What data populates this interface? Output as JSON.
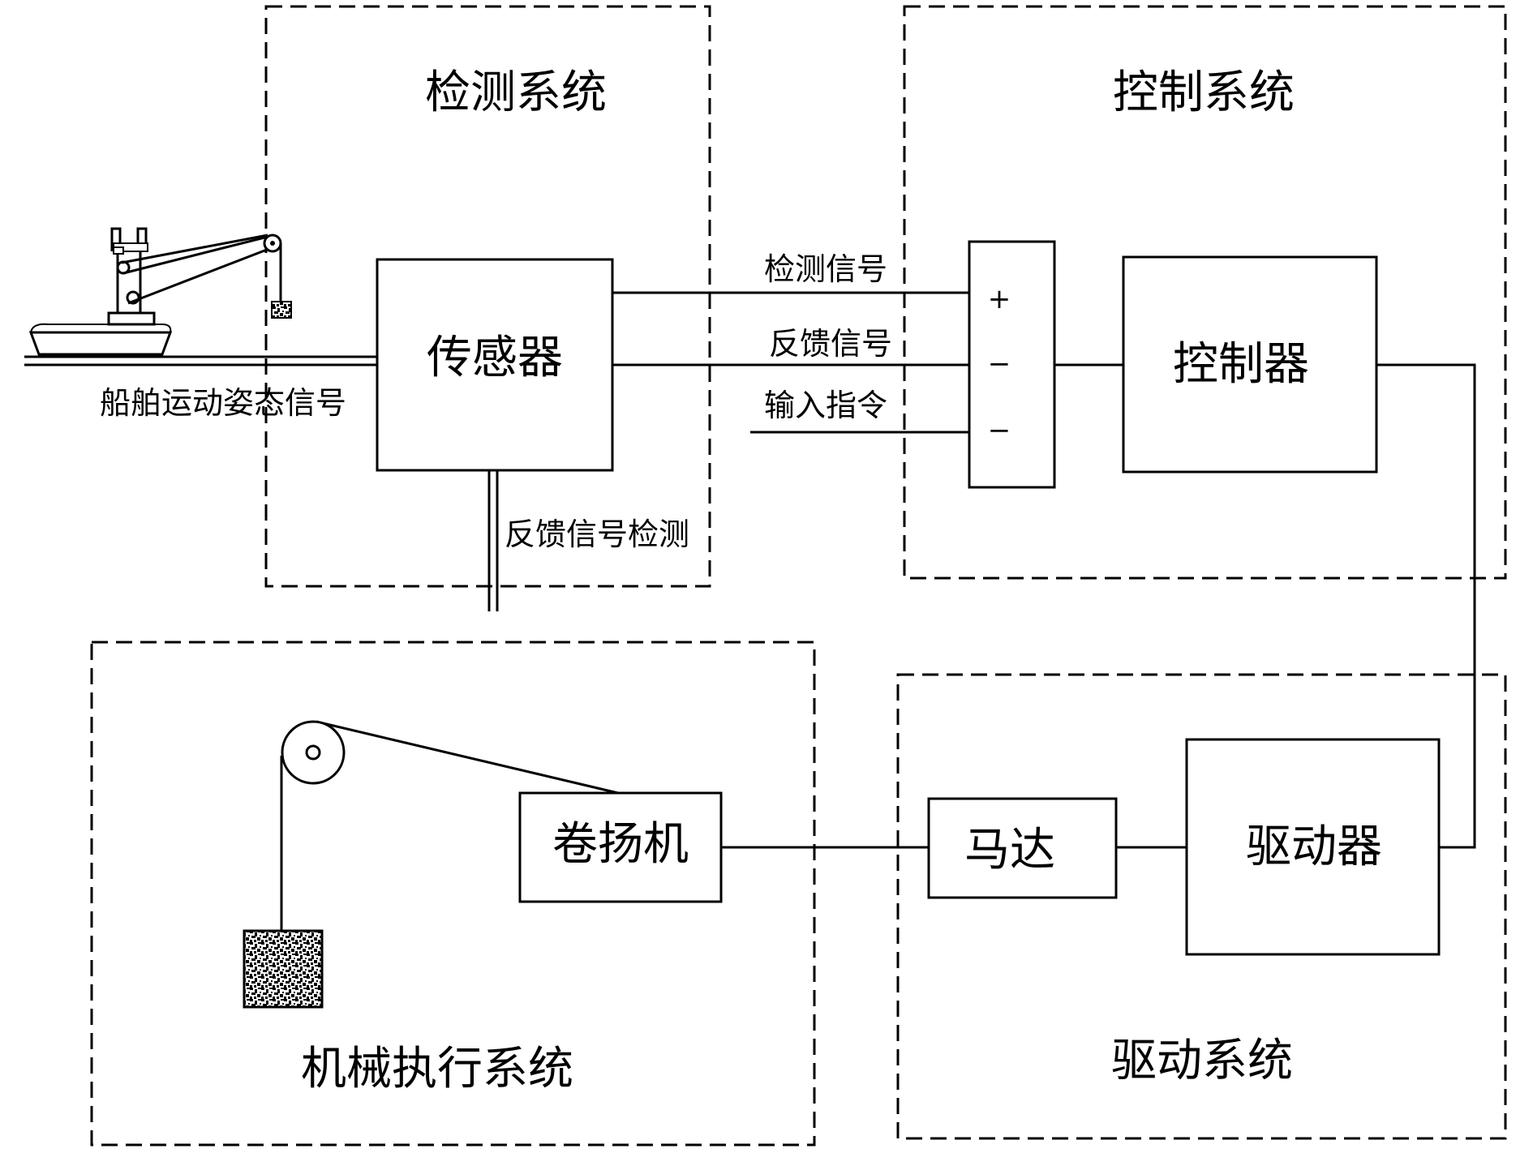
{
  "systems": {
    "detection": "检测系统",
    "control": "控制系统",
    "mechanical": "机械执行系统",
    "drive": "驱动系统"
  },
  "blocks": {
    "sensor": "传感器",
    "controller": "控制器",
    "winch": "卷扬机",
    "motor": "马达",
    "driver": "驱动器"
  },
  "signals": {
    "ship_motion": "船舶运动姿态信号",
    "detection_signal": "检测信号",
    "feedback_signal": "反馈信号",
    "input_command": "输入指令",
    "feedback_detection": "反馈信号检测"
  },
  "summing_junction": {
    "signs": [
      "+",
      "−",
      "−"
    ]
  },
  "icons": {
    "ship": "ship-crane-icon",
    "pulley": "pulley-icon",
    "load": "load-block-icon"
  }
}
